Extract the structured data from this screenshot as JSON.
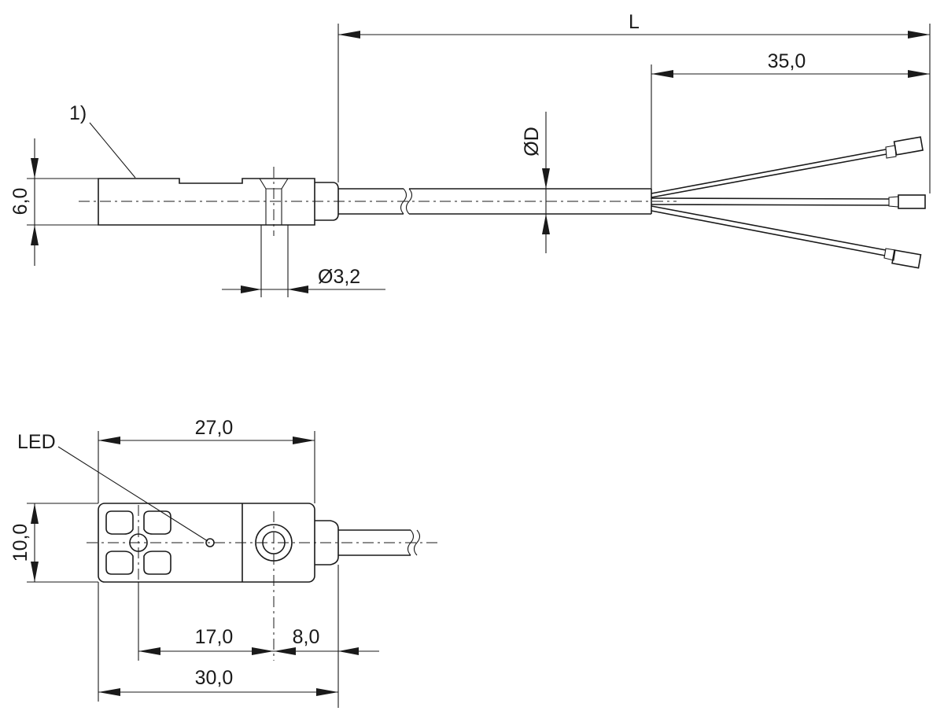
{
  "labels": {
    "length": "L",
    "wire_strip": "35,0",
    "cable_diameter": "ØD",
    "side_height": "6,0",
    "hole_diameter": "Ø3,2",
    "note": "1)",
    "led": "LED",
    "top_width": "27,0",
    "top_height": "10,0",
    "offset_a": "17,0",
    "offset_b": "8,0",
    "total_width": "30,0"
  }
}
